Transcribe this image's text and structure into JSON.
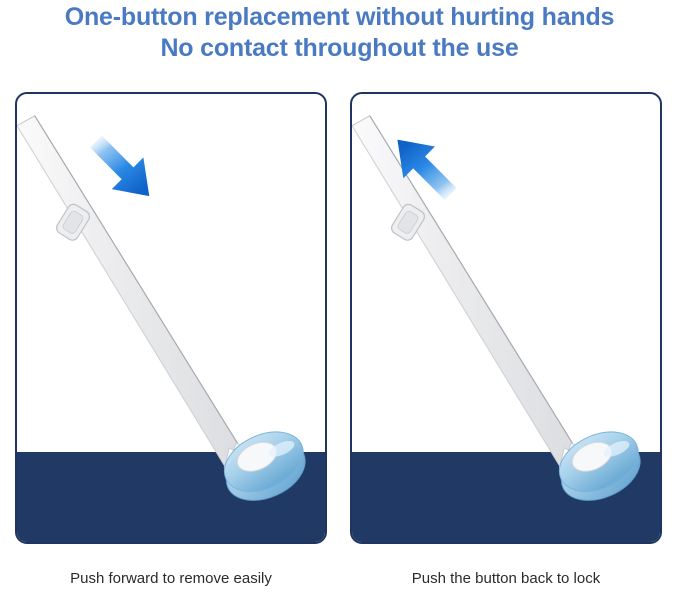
{
  "heading": {
    "line1": "One-button replacement without hurting hands",
    "line2": "No contact throughout the use",
    "color": "#4a7ac2"
  },
  "colors": {
    "heading_blue": "#4a7ac2",
    "panel_border_navy": "#1f3460",
    "floor_navy": "#203a65",
    "arrow_blue": "#1f7fe0",
    "arrow_blue_dark": "#0f62c8",
    "pole_gray": "#e9eaec",
    "pole_edge_gray": "#b9bcc0",
    "mop_head_blue": "#a9d2ec",
    "mop_head_blue_dark": "#74b2da",
    "connector_white": "#f4f5f6",
    "caption_text": "#2b2b2b",
    "background": "#ffffff"
  },
  "panels": [
    {
      "id": "remove",
      "caption": "Push forward to remove easily",
      "arrow": {
        "name": "arrow-down-right",
        "direction": "down-right",
        "meaning": "push forward"
      },
      "parts": {
        "pole": "mop-handle",
        "button": "release-button",
        "head": "mop-head-disc",
        "floor": "floor-surface"
      }
    },
    {
      "id": "lock",
      "caption": "Push the button back to lock",
      "arrow": {
        "name": "arrow-up-left",
        "direction": "up-left",
        "meaning": "push back to lock"
      },
      "parts": {
        "pole": "mop-handle",
        "button": "release-button",
        "head": "mop-head-disc",
        "floor": "floor-surface"
      }
    }
  ]
}
